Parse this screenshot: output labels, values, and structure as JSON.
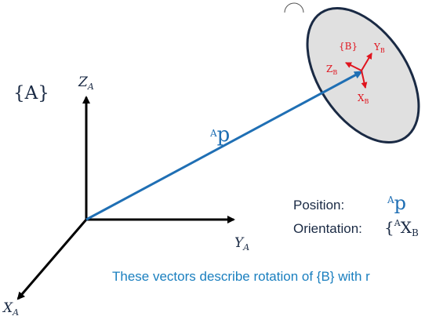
{
  "frames": {
    "A": {
      "label": "{A}",
      "x_axis": "X",
      "y_axis": "Y",
      "z_axis": "Z",
      "subscript": "A"
    },
    "B": {
      "label": "{B}",
      "x_axis": "X",
      "y_axis": "Y",
      "z_axis": "Z",
      "subscript": "B"
    }
  },
  "vector": {
    "superscript": "A",
    "name": "p"
  },
  "annotations": {
    "position_label": "Position:",
    "position_sup": "A",
    "position_value": "p",
    "orientation_label": "Orientation:",
    "orientation_prefix": "{",
    "orientation_sup": "A",
    "orientation_value": "X",
    "orientation_sub": "B",
    "caption": "These vectors describe rotation of {B} with r"
  },
  "colors": {
    "axes": "#000000",
    "frame_b": "#e0141e",
    "vector": "#1f6fb4",
    "text_dark": "#1a2a44",
    "ellipse_fill": "#e0e0e0",
    "ellipse_stroke": "#1a2a44",
    "caption": "#1a7fbf"
  }
}
